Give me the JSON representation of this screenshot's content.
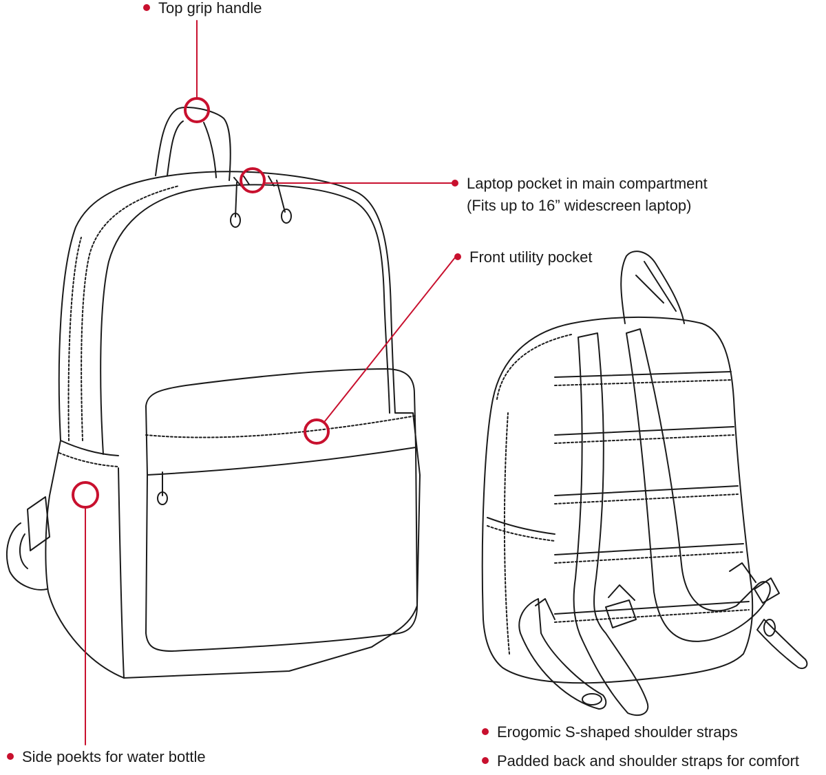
{
  "colors": {
    "accent": "#c8102e",
    "line": "#1a1a1a"
  },
  "callouts": {
    "top_grip_handle": "Top grip handle",
    "laptop_pocket": "Laptop pocket in main compartment",
    "laptop_pocket_sub": "(Fits up to 16” widescreen laptop)",
    "front_utility_pocket": "Front utility pocket",
    "side_pockets": "Side poekts for water bottle",
    "shoulder_straps": "Erogomic S-shaped shoulder straps",
    "padded_back": "Padded back and shoulder straps for comfort"
  }
}
